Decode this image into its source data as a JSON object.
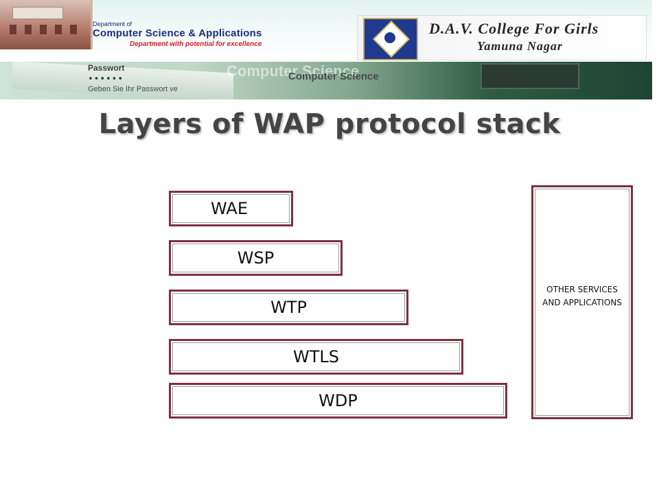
{
  "header": {
    "department_of": "Department of",
    "department_name": "Computer Science & Applications",
    "department_tagline": "Department with potential for excellence",
    "college_name": "D.A.V. College For Girls",
    "college_place": "Yamuna Nagar",
    "banner_password_label": "Passwort",
    "banner_password_dots": "••••••",
    "banner_password_hint": "Geben Sie Ihr Passwort ve",
    "banner_overlay_text_1": "Computer Science",
    "banner_overlay_text_2": "Computer Science"
  },
  "slide": {
    "title": "Layers of WAP protocol stack"
  },
  "diagram": {
    "layers": [
      {
        "label": "WAE"
      },
      {
        "label": "WSP"
      },
      {
        "label": "WTP"
      },
      {
        "label": "WTLS"
      },
      {
        "label": "WDP"
      }
    ],
    "side_box": {
      "label": "OTHER SERVICES AND APPLICATIONS"
    }
  },
  "colors": {
    "border": "#7c2f43",
    "title": "#444444",
    "department_name": "#1b2c86",
    "tagline": "#d4202a"
  }
}
